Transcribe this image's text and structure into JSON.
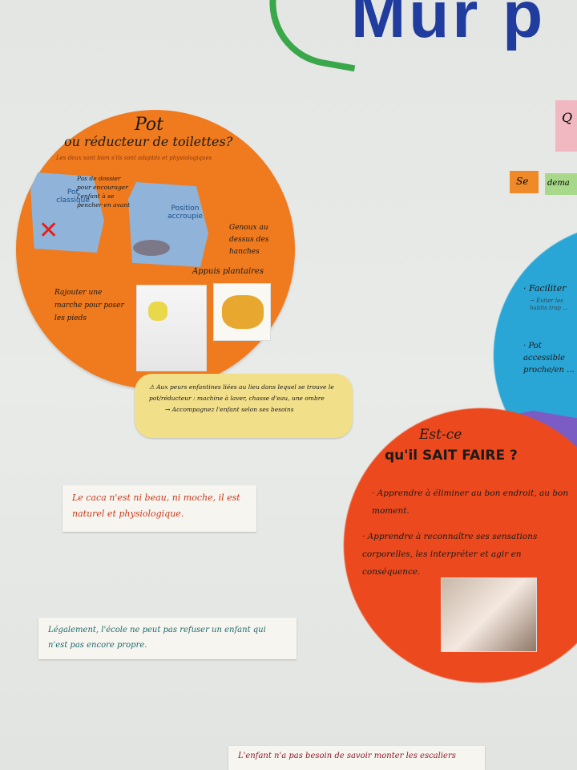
{
  "header": {
    "title": "Mur p"
  },
  "orange_circle": {
    "title1": "Pot",
    "title2": "ou réducteur de toilettes?",
    "subtitle": "Les deux sont bien s'ils sont adaptés et physiologiques",
    "fig1_label": "Pot classique",
    "fig2_label": "Position accroupie",
    "note_back": "Pas de dossier pour encourager l'enfant à se pencher en avant",
    "note_knees": "Genoux au dessus des hanches",
    "note_feet": "Appuis plantaires",
    "note_step": "Rajouter une marche pour poser les pieds"
  },
  "yellow_note": {
    "line1": "⚠ Aux peurs enfantines liées au lieu dans lequel se trouve le pot/réducteur : machine à laver, chasse d'eau, une ombre",
    "line2": "→ Accompagnez l'enfant selon ses besoins"
  },
  "red_circle": {
    "title1": "Est-ce",
    "title2": "qu'il SAIT FAIRE ?",
    "item1": "· Apprendre à éliminer au bon endroit, au bon moment.",
    "item2": "· Apprendre à reconnaître ses sensations corporelles, les interpréter et agir en conséquence."
  },
  "blue_circle": {
    "item1": "· Faciliter",
    "item1_sub": "→ Éviter les habits trop ...",
    "item2": "· Pot accessible proche/en ..."
  },
  "sticky_notes": {
    "orange": "Se",
    "green": "dema",
    "pink": "Q"
  },
  "strips": [
    "Le caca n'est ni beau, ni moche, il est naturel et physiologique.",
    "Légalement, l'école ne peut pas refuser un enfant qui n'est pas encore propre.",
    "L'enfant n'a pas besoin de savoir monter les escaliers"
  ],
  "colors": {
    "orange": "#f07a1e",
    "red": "#ec4a1e",
    "blue": "#2aa6d6",
    "yellow": "#f2df8a",
    "title": "#1f3c9e"
  }
}
